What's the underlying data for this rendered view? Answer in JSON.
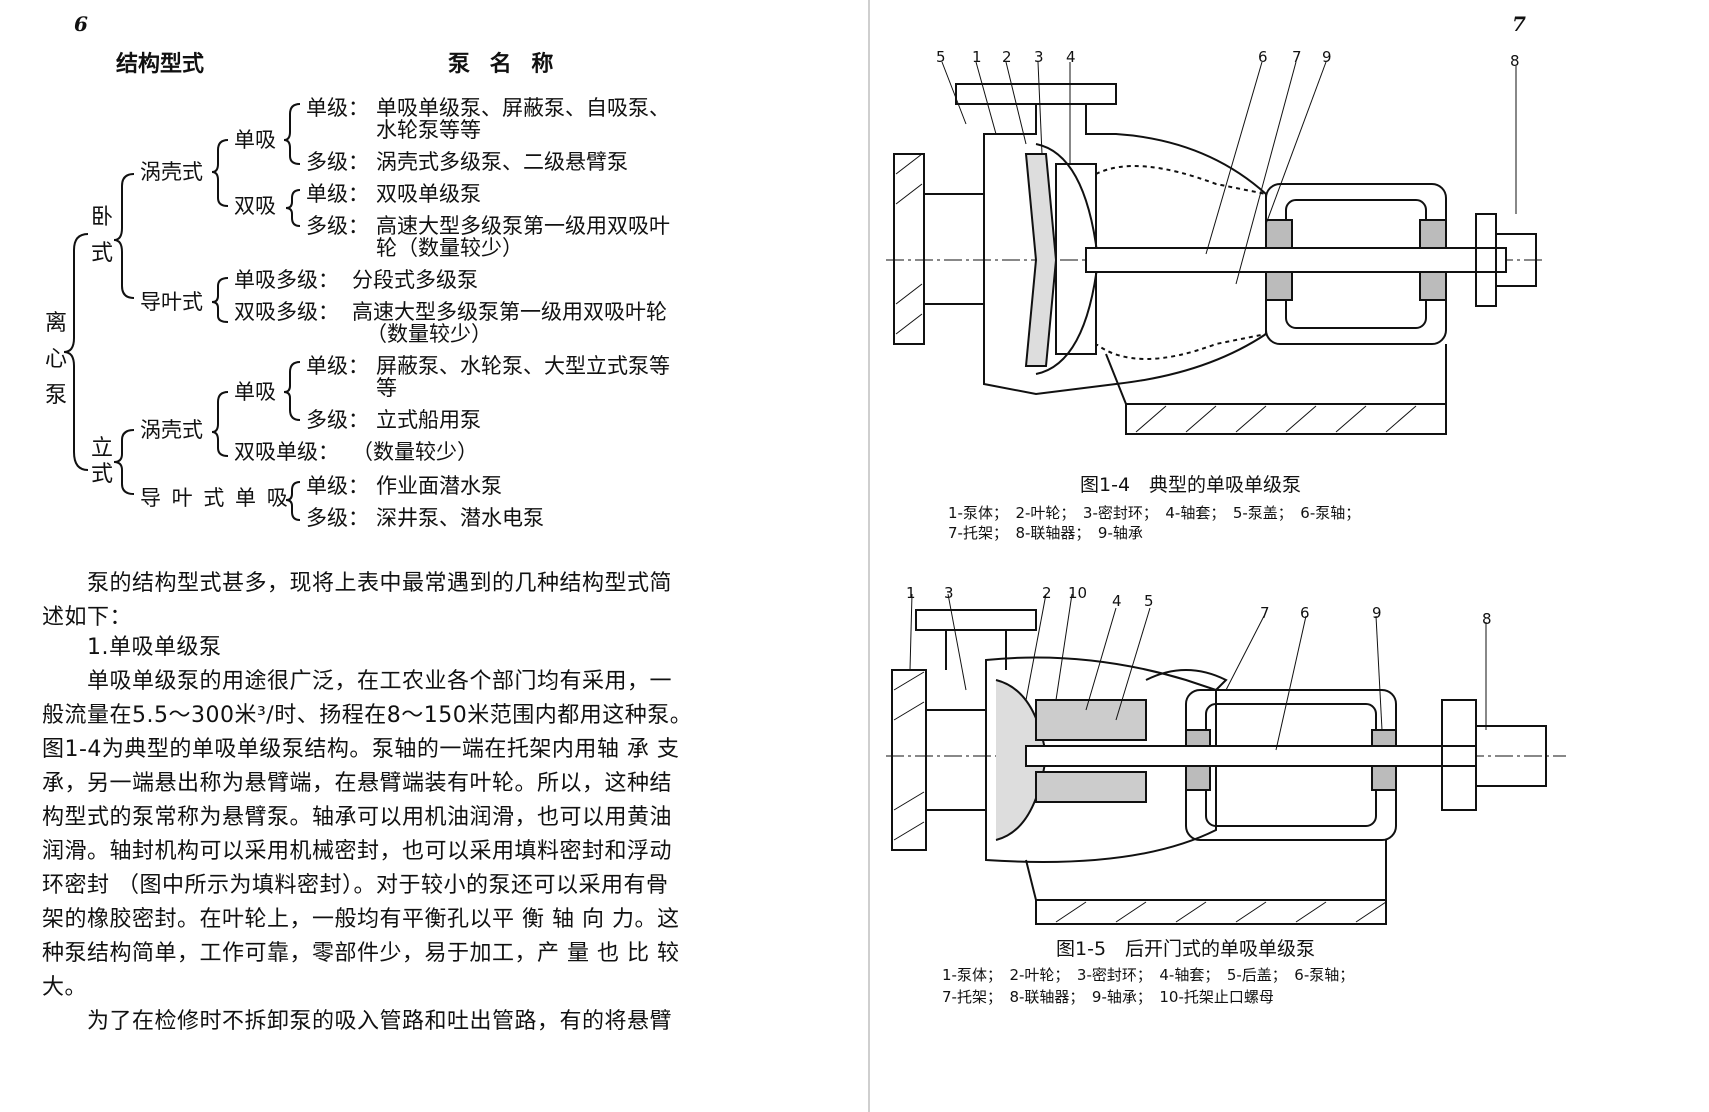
{
  "left_page": {
    "page_number": "6",
    "table": {
      "header_structure": "结构型式",
      "header_name": "泵 名 称",
      "root": [
        "离",
        "心",
        "泵"
      ],
      "horizontal": [
        "卧",
        "式"
      ],
      "vertical": [
        "立",
        "式"
      ],
      "h_volute": "涡壳式",
      "h_single_suction": "单吸",
      "h_ss_single_stage": "单级：",
      "h_ss_single_stage_v1": "单吸单级泵、屏蔽泵、自吸泵、",
      "h_ss_single_stage_v2": "水轮泵等等",
      "h_ss_multi_stage": "多级：",
      "h_ss_multi_stage_v": "涡壳式多级泵、二级悬臂泵",
      "h_double_suction": "双吸",
      "h_ds_single_stage": "单级：",
      "h_ds_single_stage_v": "双吸单级泵",
      "h_ds_multi_stage": "多级：",
      "h_ds_multi_stage_v1": "高速大型多级泵第一级用双吸叶",
      "h_ds_multi_stage_v2": "轮（数量较少）",
      "h_diffuser": "导叶式",
      "h_diff_single": "单吸多级：",
      "h_diff_single_v": "分段式多级泵",
      "h_diff_double": "双吸多级：",
      "h_diff_double_v1": "高速大型多级泵第一级用双吸叶轮",
      "h_diff_double_v2": "（数量较少）",
      "v_volute": "涡壳式",
      "v_single_suction": "单吸",
      "v_ss_single_stage": "单级：",
      "v_ss_single_stage_v1": "屏蔽泵、水轮泵、大型立式泵等",
      "v_ss_single_stage_v2": "等",
      "v_ss_multi_stage": "多级：",
      "v_ss_multi_stage_v": "立式船用泵",
      "v_double_single": "双吸单级：",
      "v_double_single_v": "（数量较少）",
      "v_diffuser_single": "导 叶 式 单 吸",
      "v_diff_single_stage": "单级：",
      "v_diff_single_stage_v": "作业面潜水泵",
      "v_diff_multi_stage": "多级：",
      "v_diff_multi_stage_v": "深井泵、潜水电泵"
    },
    "paragraph_lines": [
      "　　泵的结构型式甚多，现将上表中最常遇到的几种结构型式简",
      "述如下：",
      "　　1.单吸单级泵",
      "　　单吸单级泵的用途很广泛，在工农业各个部门均有采用，一",
      "般流量在5.5～300米³/时、扬程在8～150米范围内都用这种泵。",
      "图1-4为典型的单吸单级泵结构。泵轴的一端在托架内用轴 承 支",
      "承，另一端悬出称为悬臂端，在悬臂端装有叶轮。所以，这种结",
      "构型式的泵常称为悬臂泵。轴承可以用机油润滑，也可以用黄油",
      "润滑。轴封机构可以采用机械密封，也可以采用填料密封和浮动",
      "环密封 （图中所示为填料密封）。对于较小的泵还可以采用有骨",
      "架的橡胶密封。在叶轮上，一般均有平衡孔以平 衡 轴 向 力。这",
      "种泵结构简单，工作可靠，零部件少，易于加工，产 量 也 比 较",
      "大。",
      "　　为了在检修时不拆卸泵的吸入管路和吐出管路，有的将悬臂"
    ]
  },
  "right_page": {
    "page_number": "7",
    "figure_1": {
      "callouts": [
        "5",
        "1",
        "2",
        "3",
        "4",
        "6",
        "7",
        "9",
        "8"
      ],
      "caption": "图1-4　典型的单吸单级泵",
      "legend_line1": "1-泵体；　2-叶轮；　3-密封环；　4-轴套；　5-泵盖；　6-泵轴；",
      "legend_line2": "7-托架；　8-联轴器；　9-轴承"
    },
    "figure_2": {
      "callouts": [
        "1",
        "3",
        "2",
        "10",
        "4",
        "5",
        "7",
        "6",
        "9",
        "8"
      ],
      "caption": "图1-5　后开门式的单吸单级泵",
      "legend_line1": "1-泵体；　2-叶轮；　3-密封环；　4-轴套；　5-后盖；　6-泵轴；",
      "legend_line2": "7-托架；　8-联轴器；　9-轴承；　10-托架止口螺母"
    }
  }
}
